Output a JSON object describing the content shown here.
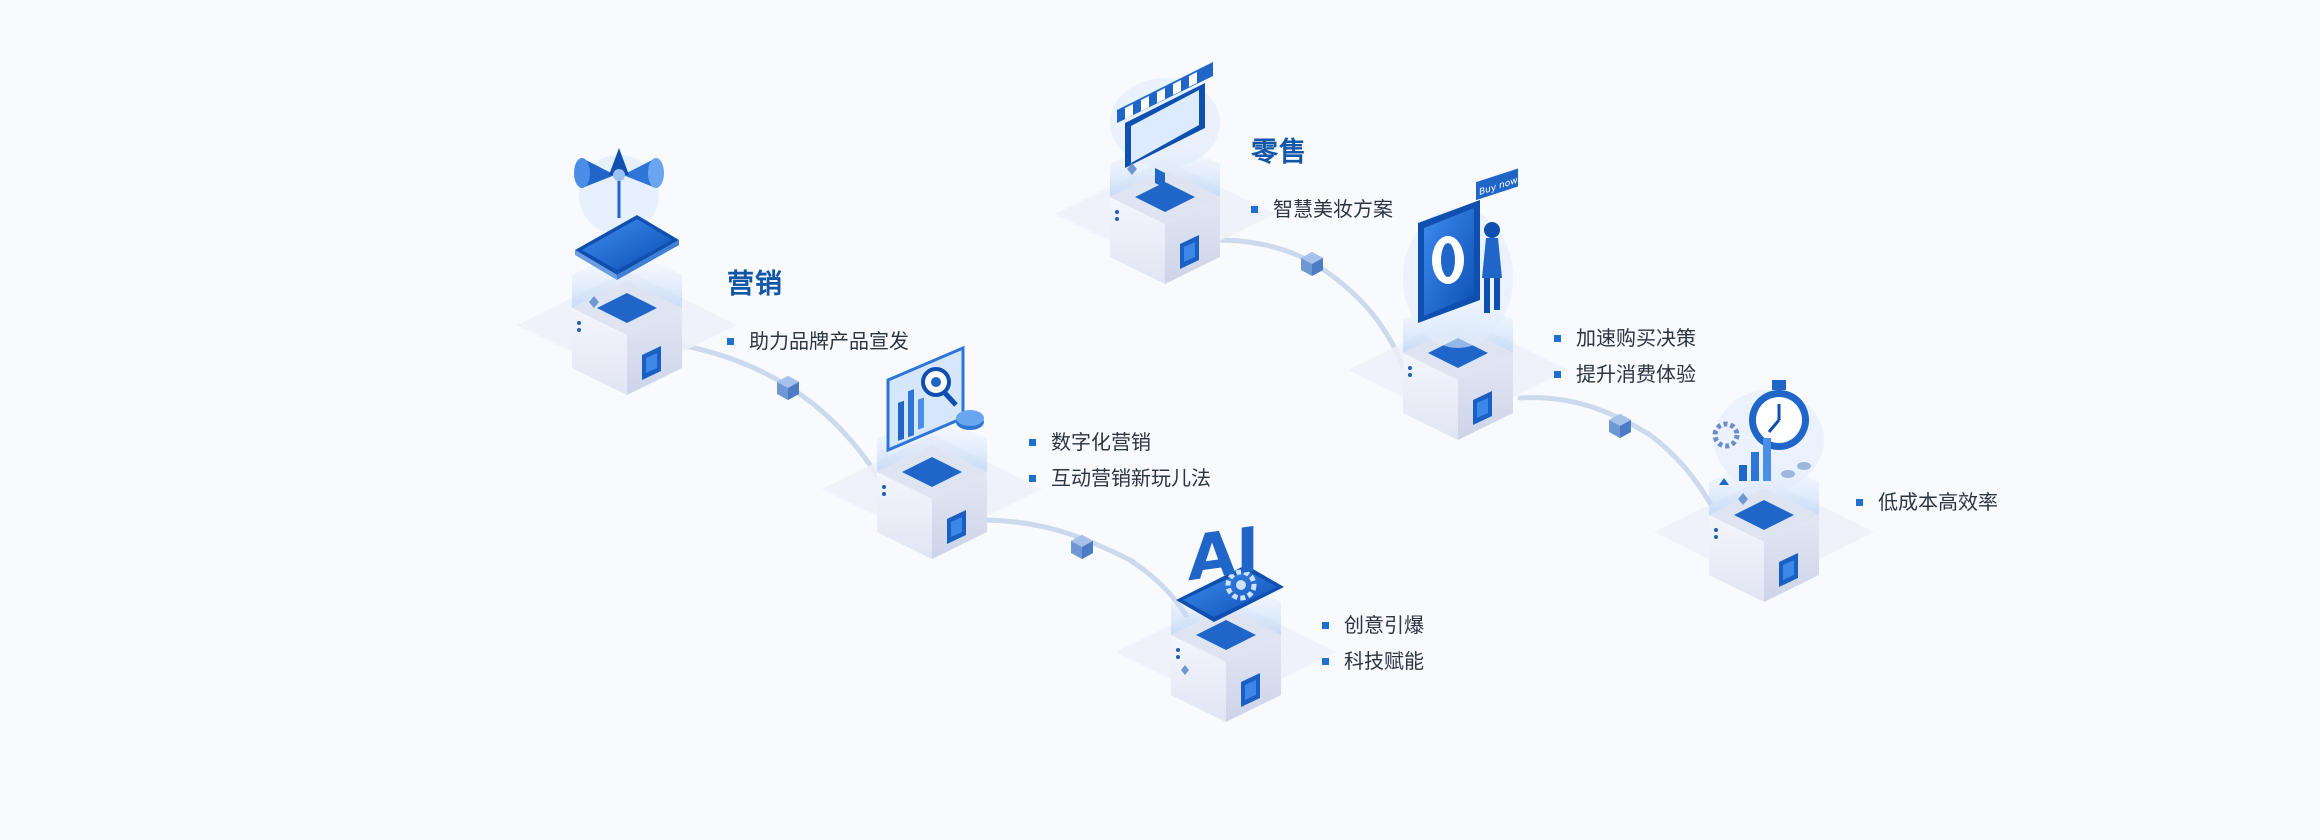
{
  "colors": {
    "background": "#f9fafe",
    "accent_blue": "#1f6fd1",
    "deep_blue": "#0e4fb0",
    "heading_blue": "#1256a8",
    "cube_face": "#e9ecf7",
    "cube_side": "#cfd6ea",
    "connector_line": "#cdd9ec",
    "text": "#2b3442"
  },
  "groups": [
    {
      "id": "marketing",
      "icon": "megaphone-tablet-icon",
      "heading": "营销",
      "bullets": [
        "助力品牌产品宣发"
      ]
    },
    {
      "id": "digital",
      "icon": "analytics-screen-icon",
      "heading": "",
      "bullets": [
        "数字化营销",
        "互动营销新玩儿法"
      ]
    },
    {
      "id": "ai",
      "icon": "ai-gear-icon",
      "heading": "",
      "bullets": [
        "创意引爆",
        "科技赋能"
      ]
    },
    {
      "id": "retail",
      "icon": "storefront-monitor-icon",
      "heading": "零售",
      "bullets": [
        "智慧美妆方案"
      ]
    },
    {
      "id": "shopping",
      "icon": "phone-buy-now-icon",
      "heading": "",
      "bullets": [
        "加速购买决策",
        "提升消费体验"
      ]
    },
    {
      "id": "efficiency",
      "icon": "stopwatch-chart-icon",
      "heading": "",
      "bullets": [
        "低成本高效率"
      ]
    }
  ],
  "badge_text": "Buy now",
  "ai_text": "AI"
}
